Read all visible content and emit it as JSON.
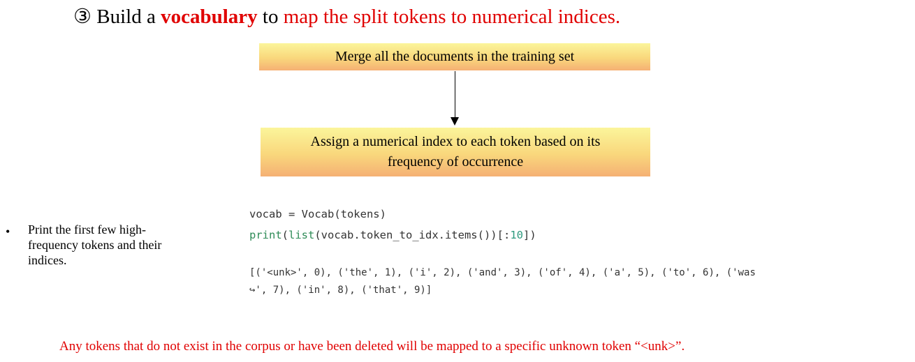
{
  "title": {
    "number": "③",
    "prefix": "Build a",
    "keyword": "vocabulary",
    "middle": "to",
    "rest": "map the split tokens to numerical indices."
  },
  "flow": {
    "step1": "Merge all the documents in the training set",
    "step2_line1": "Assign a numerical index to each token based on its",
    "step2_line2": "frequency of occurrence"
  },
  "bullet": {
    "marker": "•",
    "text": "Print the first few high-frequency tokens and their indices."
  },
  "code": {
    "line1": "vocab = Vocab(tokens)",
    "line2_fn": "print",
    "line2_a": "(",
    "line2_fn2": "list",
    "line2_b": "(vocab.token_to_idx.items())[:",
    "line2_num": "10",
    "line2_c": "])"
  },
  "output": {
    "line1": "[('<unk>', 0), ('the', 1), ('i', 2), ('and', 3), ('of', 4), ('a', 5), ('to', 6), ('was",
    "line2": "↪', 7), ('in', 8), ('that', 9)]"
  },
  "footer": "Any tokens that do not exist in the corpus or have been deleted will be mapped to a specific unknown token “<unk>”."
}
